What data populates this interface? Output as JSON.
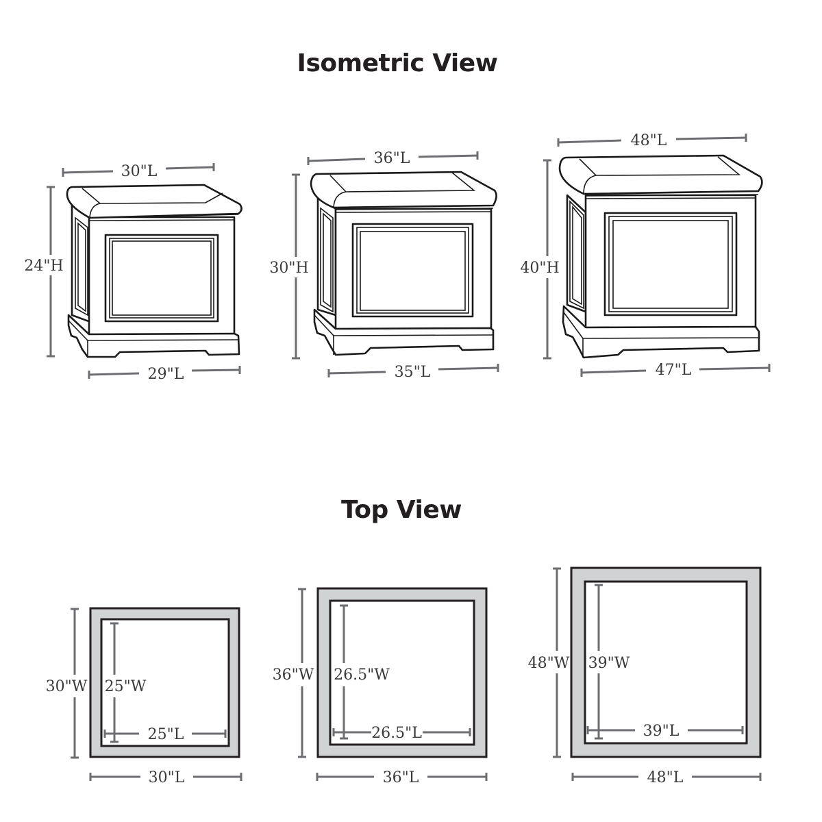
{
  "titles": {
    "isometric": "Isometric View",
    "top": "Top View"
  },
  "colors": {
    "ink": "#1a1a1a",
    "dimension_line": "#6d6e71",
    "dimension_text": "#3a3a3a",
    "top_view_rim": "#d1d2d4",
    "background": "#ffffff"
  },
  "isometric_view": {
    "planters": [
      {
        "size": "small",
        "top_length": "30\"L",
        "height": "24\"H",
        "base_length": "29\"L"
      },
      {
        "size": "medium",
        "top_length": "36\"L",
        "height": "30\"H",
        "base_length": "35\"L"
      },
      {
        "size": "large",
        "top_length": "48\"L",
        "height": "40\"H",
        "base_length": "47\"L"
      }
    ]
  },
  "top_view": {
    "planters": [
      {
        "size": "small",
        "outer_width": "30\"W",
        "inner_width": "25\"W",
        "inner_length": "25\"L",
        "outer_length": "30\"L"
      },
      {
        "size": "medium",
        "outer_width": "36\"W",
        "inner_width": "26.5\"W",
        "inner_length": "26.5\"L",
        "outer_length": "36\"L"
      },
      {
        "size": "large",
        "outer_width": "48\"W",
        "inner_width": "39\"W",
        "inner_length": "39\"L",
        "outer_length": "48\"L"
      }
    ]
  }
}
